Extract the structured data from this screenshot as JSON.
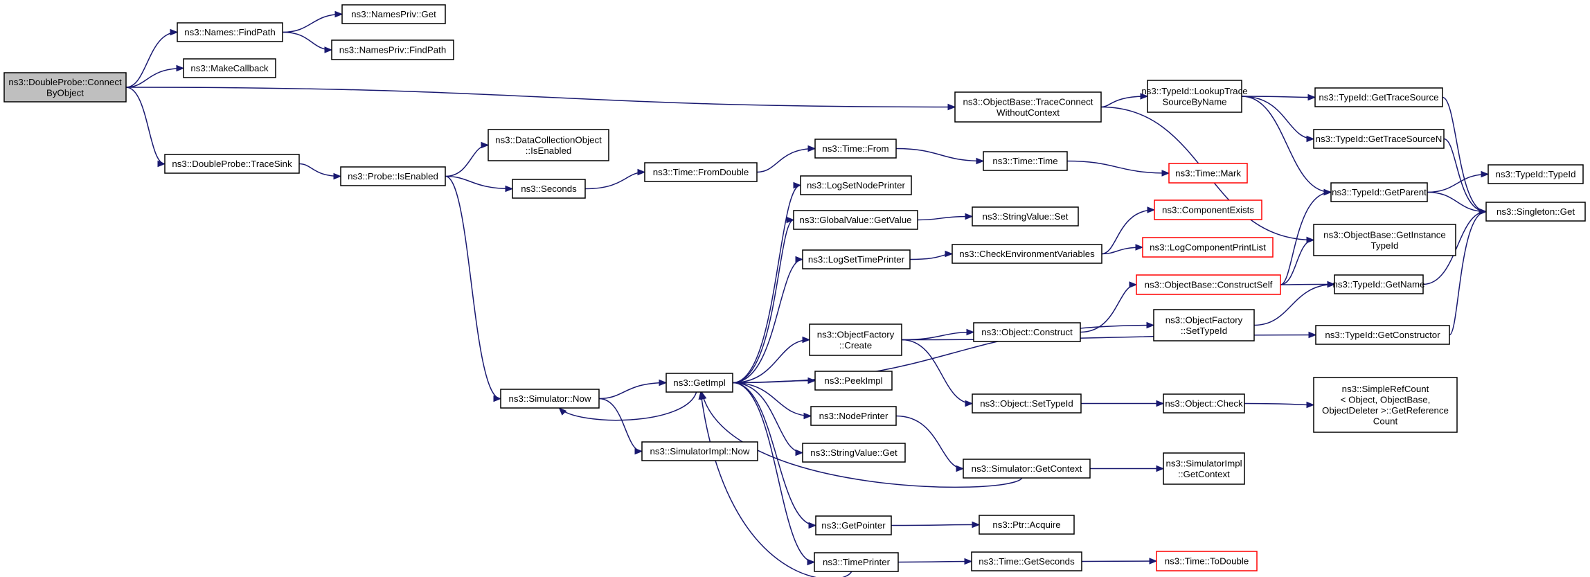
{
  "diagram": {
    "type": "call-graph",
    "colors": {
      "edge": "#191970",
      "root_fill": "#bfbfbf",
      "truncated_border": "#ff0000",
      "node_border": "#000000"
    },
    "nodes": [
      {
        "id": "root",
        "lines": [
          "ns3::DoubleProbe::Connect",
          "ByObject"
        ],
        "style": "root"
      },
      {
        "id": "names_findpath",
        "lines": [
          "ns3::Names::FindPath"
        ]
      },
      {
        "id": "namespriv_get",
        "lines": [
          "ns3::NamesPriv::Get"
        ]
      },
      {
        "id": "namespriv_findpath",
        "lines": [
          "ns3::NamesPriv::FindPath"
        ]
      },
      {
        "id": "makecallback",
        "lines": [
          "ns3::MakeCallback"
        ]
      },
      {
        "id": "tracesink",
        "lines": [
          "ns3::DoubleProbe::TraceSink"
        ]
      },
      {
        "id": "probe_isenabled",
        "lines": [
          "ns3::Probe::IsEnabled"
        ]
      },
      {
        "id": "dco_isenabled",
        "lines": [
          "ns3::DataCollectionObject",
          "::IsEnabled"
        ]
      },
      {
        "id": "seconds",
        "lines": [
          "ns3::Seconds"
        ]
      },
      {
        "id": "time_fromdouble",
        "lines": [
          "ns3::Time::FromDouble"
        ]
      },
      {
        "id": "time_from",
        "lines": [
          "ns3::Time::From"
        ]
      },
      {
        "id": "time_time",
        "lines": [
          "ns3::Time::Time"
        ]
      },
      {
        "id": "time_mark",
        "lines": [
          "ns3::Time::Mark"
        ],
        "style": "truncated"
      },
      {
        "id": "logsetnodeprinter",
        "lines": [
          "ns3::LogSetNodePrinter"
        ]
      },
      {
        "id": "globalvalue_getvalue",
        "lines": [
          "ns3::GlobalValue::GetValue"
        ]
      },
      {
        "id": "stringvalue_set",
        "lines": [
          "ns3::StringValue::Set"
        ]
      },
      {
        "id": "logsettimeprinter",
        "lines": [
          "ns3::LogSetTimePrinter"
        ]
      },
      {
        "id": "checkenv",
        "lines": [
          "ns3::CheckEnvironmentVariables"
        ]
      },
      {
        "id": "componentexists",
        "lines": [
          "ns3::ComponentExists"
        ],
        "style": "truncated"
      },
      {
        "id": "logcomponentprintlist",
        "lines": [
          "ns3::LogComponentPrintList"
        ],
        "style": "truncated"
      },
      {
        "id": "objectfactory_create",
        "lines": [
          "ns3::ObjectFactory",
          "::Create"
        ]
      },
      {
        "id": "object_construct",
        "lines": [
          "ns3::Object::Construct"
        ]
      },
      {
        "id": "objectfactory_settypeid",
        "lines": [
          "ns3::ObjectFactory",
          "::SetTypeId"
        ]
      },
      {
        "id": "simulator_now",
        "lines": [
          "ns3::Simulator::Now"
        ]
      },
      {
        "id": "getimpl",
        "lines": [
          "ns3::GetImpl"
        ]
      },
      {
        "id": "peekimpl",
        "lines": [
          "ns3::PeekImpl"
        ]
      },
      {
        "id": "nodeprinter",
        "lines": [
          "ns3::NodePrinter"
        ]
      },
      {
        "id": "stringvalue_get",
        "lines": [
          "ns3::StringValue::Get"
        ]
      },
      {
        "id": "simulatorimpl_now",
        "lines": [
          "ns3::SimulatorImpl::Now"
        ]
      },
      {
        "id": "object_settypeid",
        "lines": [
          "ns3::Object::SetTypeId"
        ]
      },
      {
        "id": "object_check",
        "lines": [
          "ns3::Object::Check"
        ]
      },
      {
        "id": "simplerefcount",
        "lines": [
          "ns3::SimpleRefCount",
          "< Object, ObjectBase,",
          "ObjectDeleter >::GetReference",
          "Count"
        ]
      },
      {
        "id": "simulator_getcontext",
        "lines": [
          "ns3::Simulator::GetContext"
        ]
      },
      {
        "id": "simulatorimpl_getcontext",
        "lines": [
          "ns3::SimulatorImpl",
          "::GetContext"
        ]
      },
      {
        "id": "getpointer",
        "lines": [
          "ns3::GetPointer"
        ]
      },
      {
        "id": "ptr_acquire",
        "lines": [
          "ns3::Ptr::Acquire"
        ]
      },
      {
        "id": "timeprinter",
        "lines": [
          "ns3::TimePrinter"
        ]
      },
      {
        "id": "time_getseconds",
        "lines": [
          "ns3::Time::GetSeconds"
        ]
      },
      {
        "id": "time_todouble",
        "lines": [
          "ns3::Time::ToDouble"
        ],
        "style": "truncated"
      },
      {
        "id": "traceconnect",
        "lines": [
          "ns3::ObjectBase::TraceConnect",
          "WithoutContext"
        ]
      },
      {
        "id": "lookuptrace",
        "lines": [
          "ns3::TypeId::LookupTrace",
          "SourceByName"
        ]
      },
      {
        "id": "gettracesource",
        "lines": [
          "ns3::TypeId::GetTraceSource"
        ]
      },
      {
        "id": "gettracesourcen",
        "lines": [
          "ns3::TypeId::GetTraceSourceN"
        ]
      },
      {
        "id": "getparent",
        "lines": [
          "ns3::TypeId::GetParent"
        ]
      },
      {
        "id": "getinstancetypeid",
        "lines": [
          "ns3::ObjectBase::GetInstance",
          "TypeId"
        ]
      },
      {
        "id": "constructself",
        "lines": [
          "ns3::ObjectBase::ConstructSelf"
        ],
        "style": "truncated"
      },
      {
        "id": "getname",
        "lines": [
          "ns3::TypeId::GetName"
        ]
      },
      {
        "id": "getconstructor",
        "lines": [
          "ns3::TypeId::GetConstructor"
        ]
      },
      {
        "id": "typeid_typeid",
        "lines": [
          "ns3::TypeId::TypeId"
        ]
      },
      {
        "id": "singleton_get",
        "lines": [
          "ns3::Singleton::Get"
        ]
      }
    ],
    "edges": [
      [
        "root",
        "names_findpath"
      ],
      [
        "root",
        "makecallback"
      ],
      [
        "root",
        "traceconnect"
      ],
      [
        "root",
        "tracesink"
      ],
      [
        "names_findpath",
        "namespriv_get"
      ],
      [
        "names_findpath",
        "namespriv_findpath"
      ],
      [
        "tracesink",
        "probe_isenabled"
      ],
      [
        "probe_isenabled",
        "dco_isenabled"
      ],
      [
        "probe_isenabled",
        "seconds"
      ],
      [
        "probe_isenabled",
        "simulator_now"
      ],
      [
        "seconds",
        "time_fromdouble"
      ],
      [
        "time_fromdouble",
        "time_from"
      ],
      [
        "time_from",
        "time_time"
      ],
      [
        "time_time",
        "time_mark"
      ],
      [
        "simulator_now",
        "getimpl"
      ],
      [
        "simulator_now",
        "simulatorimpl_now"
      ],
      [
        "getimpl",
        "logsetnodeprinter"
      ],
      [
        "getimpl",
        "globalvalue_getvalue"
      ],
      [
        "getimpl",
        "logsettimeprinter"
      ],
      [
        "getimpl",
        "objectfactory_settypeid"
      ],
      [
        "getimpl",
        "objectfactory_create"
      ],
      [
        "getimpl",
        "peekimpl"
      ],
      [
        "getimpl",
        "nodeprinter"
      ],
      [
        "getimpl",
        "stringvalue_get"
      ],
      [
        "getimpl",
        "getpointer"
      ],
      [
        "getimpl",
        "timeprinter"
      ],
      [
        "getimpl",
        "simulator_now"
      ],
      [
        "globalvalue_getvalue",
        "stringvalue_set"
      ],
      [
        "logsettimeprinter",
        "checkenv"
      ],
      [
        "checkenv",
        "componentexists"
      ],
      [
        "checkenv",
        "logcomponentprintlist"
      ],
      [
        "objectfactory_create",
        "object_construct"
      ],
      [
        "objectfactory_create",
        "getconstructor"
      ],
      [
        "objectfactory_create",
        "object_settypeid"
      ],
      [
        "object_construct",
        "constructself"
      ],
      [
        "objectfactory_settypeid",
        "getname"
      ],
      [
        "object_settypeid",
        "object_check"
      ],
      [
        "object_check",
        "simplerefcount"
      ],
      [
        "nodeprinter",
        "simulator_getcontext"
      ],
      [
        "simulator_getcontext",
        "simulatorimpl_getcontext"
      ],
      [
        "simulator_getcontext",
        "getimpl"
      ],
      [
        "getpointer",
        "ptr_acquire"
      ],
      [
        "timeprinter",
        "time_getseconds"
      ],
      [
        "timeprinter",
        "getimpl"
      ],
      [
        "time_getseconds",
        "time_todouble"
      ],
      [
        "traceconnect",
        "lookuptrace"
      ],
      [
        "traceconnect",
        "getinstancetypeid"
      ],
      [
        "lookuptrace",
        "gettracesource"
      ],
      [
        "lookuptrace",
        "gettracesourcen"
      ],
      [
        "lookuptrace",
        "getparent"
      ],
      [
        "gettracesource",
        "singleton_get"
      ],
      [
        "gettracesourcen",
        "singleton_get"
      ],
      [
        "getparent",
        "typeid_typeid"
      ],
      [
        "getparent",
        "singleton_get"
      ],
      [
        "constructself",
        "getparent"
      ],
      [
        "constructself",
        "getinstancetypeid"
      ],
      [
        "constructself",
        "getname"
      ],
      [
        "getname",
        "singleton_get"
      ],
      [
        "getconstructor",
        "singleton_get"
      ]
    ]
  }
}
